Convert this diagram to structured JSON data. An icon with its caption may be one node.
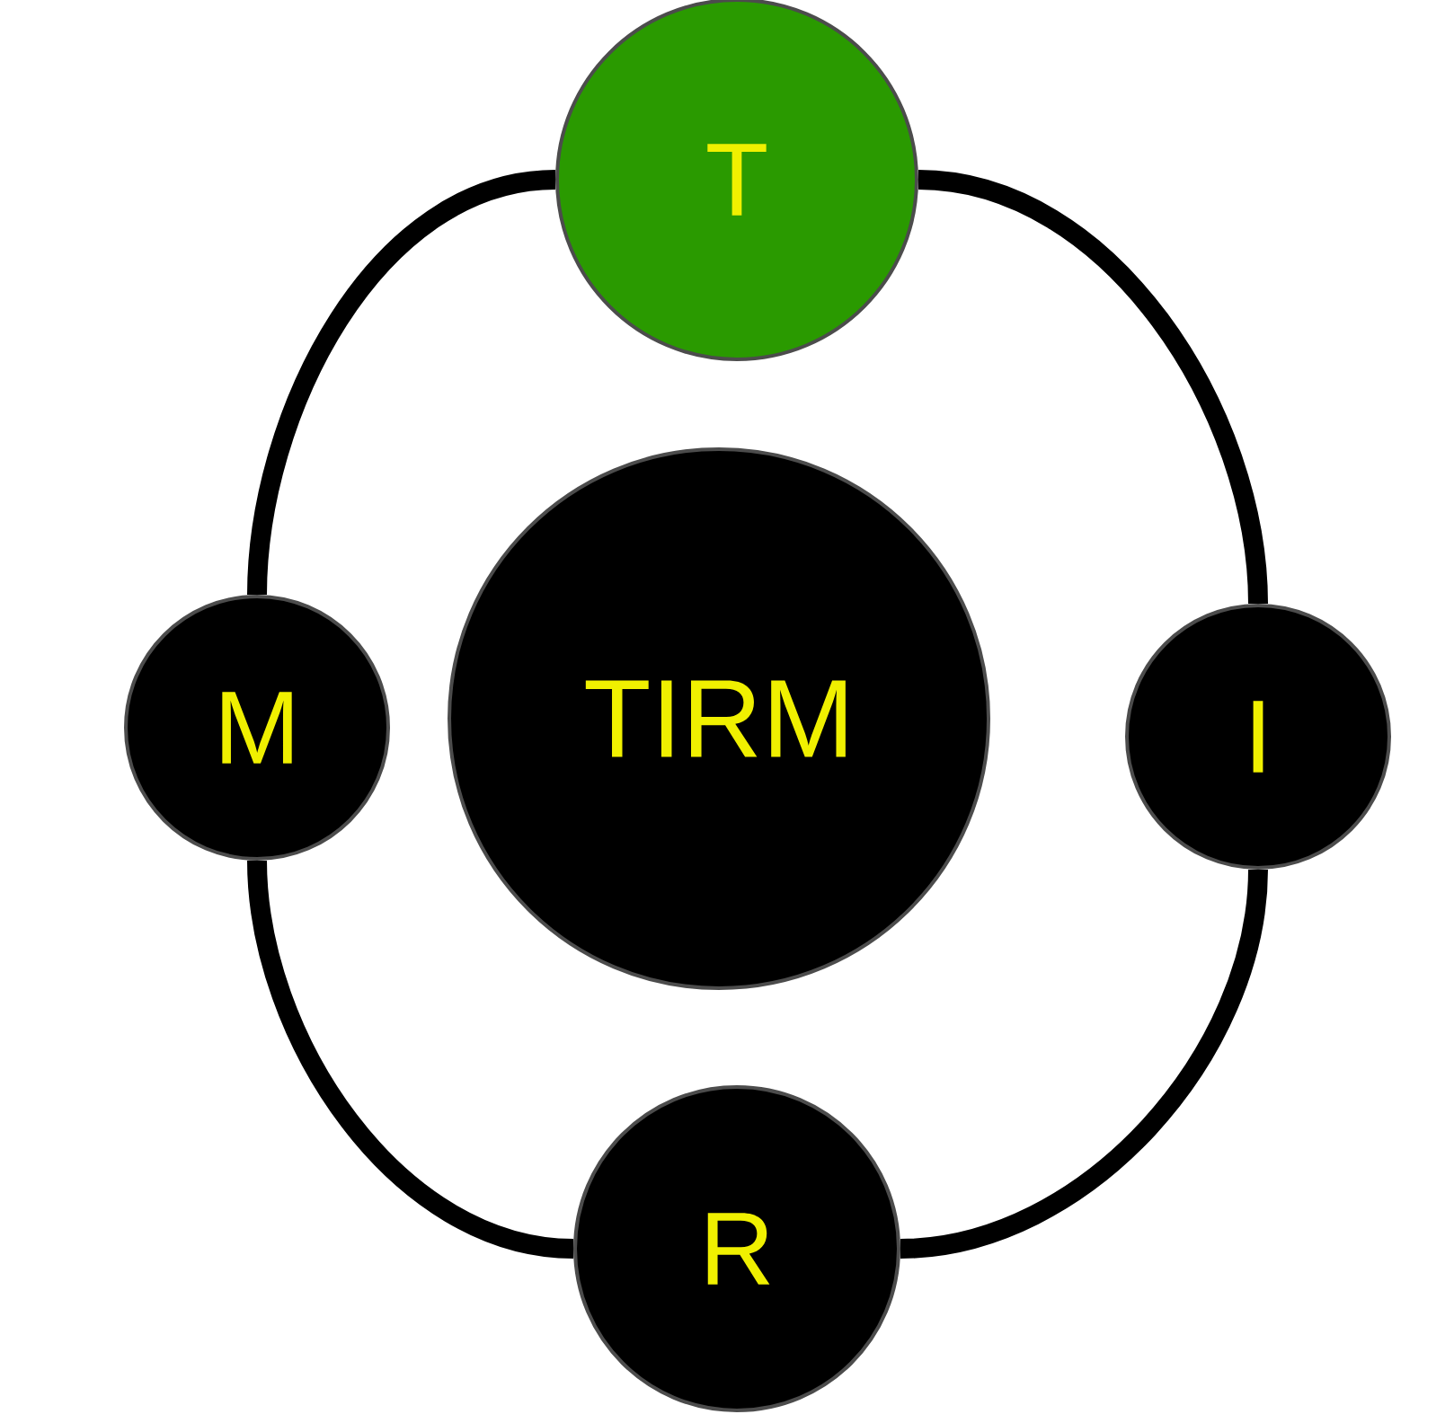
{
  "diagram": {
    "nodes": [
      {
        "text": [
          "T"
        ]
      },
      {
        "text": [
          "M"
        ]
      },
      {
        "text": [
          "TIRM"
        ]
      },
      {
        "text": [
          "I"
        ]
      },
      {
        "text": [
          "R"
        ]
      }
    ],
    "edges": [
      {
        "from": 0,
        "to": 3,
        "arrow": "none"
      },
      {
        "from": 3,
        "to": 4,
        "arrow": "none"
      },
      {
        "from": 4,
        "to": 1,
        "arrow": "none"
      },
      {
        "from": 1,
        "to": 0,
        "arrow": "none"
      }
    ]
  }
}
